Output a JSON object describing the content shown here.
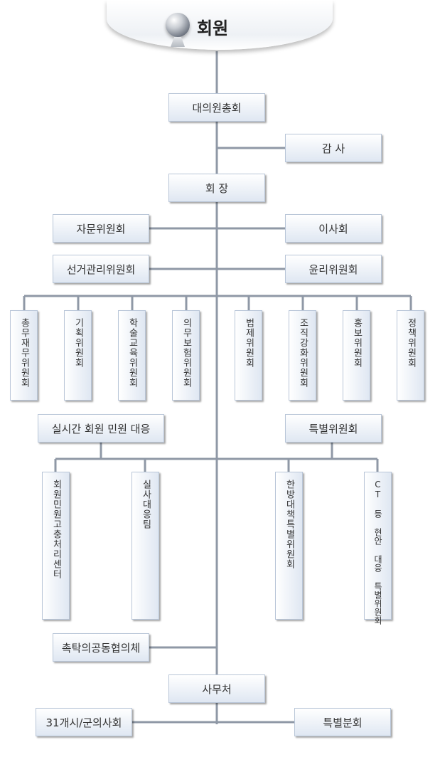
{
  "top": {
    "label": "회원",
    "icon": "globe-icon"
  },
  "center": {
    "general_assembly": "대의원총회",
    "audit": "감 사",
    "president": "회 장",
    "advisory_committee": "자문위원회",
    "board_of_directors": "이사회",
    "election_committee": "선거관리위원회",
    "ethics_committee": "윤리위원회",
    "secretariat": "사무처"
  },
  "committees": [
    "총무재무위원회",
    "기획위원회",
    "학술교육위원회",
    "의무보험위원회",
    "법제위원회",
    "조직강화위원회",
    "홍보위원회",
    "정책위원회"
  ],
  "realtime": {
    "label": "실시간 회원 민원 대응",
    "children": [
      "회원민원고충처리센터",
      "실사대응팀"
    ]
  },
  "special": {
    "label": "특별위원회",
    "children": [
      "한방대책특별위원회",
      "CT 등 현안 대응 특별위원회"
    ]
  },
  "council": "촉탁의공동협의체",
  "bottom": {
    "city_council": "31개시/군의사회",
    "special_branch": "특별분회"
  }
}
